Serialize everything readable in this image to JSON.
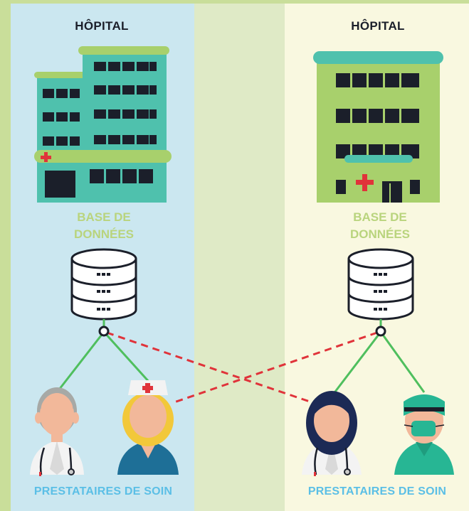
{
  "left": {
    "hospital_title": "HÔPITAL",
    "database_label_line1": "BASE DE",
    "database_label_line2": "DONNÉES",
    "providers_label": "PRESTATAIRES DE SOIN"
  },
  "right": {
    "hospital_title": "HÔPITAL",
    "database_label_line1": "BASE DE",
    "database_label_line2": "DONNÉES",
    "providers_label": "PRESTATAIRES DE SOIN"
  },
  "colors": {
    "left_panel": "#cbe7f0",
    "right_panel": "#f9f8e0",
    "middle_panel": "#dfeac6",
    "label_green": "#b9d47d",
    "label_blue": "#5bbfe6",
    "link_green": "#4fbf5e",
    "link_red_dashed": "#e0333a"
  }
}
